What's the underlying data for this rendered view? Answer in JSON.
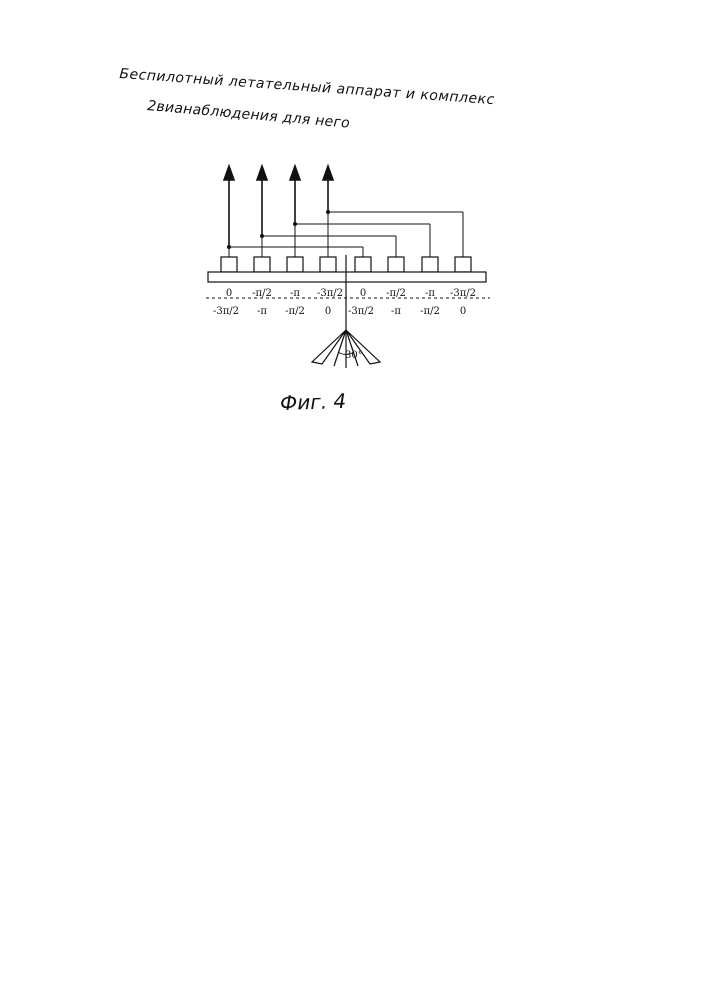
{
  "header": {
    "line1": "Беспилотный летательный аппарат и комплекс",
    "line2": "2вианаблюдения для него"
  },
  "diagram": {
    "phases_row1": [
      "0",
      "-π/2",
      "-π",
      "-3π/2",
      "0",
      "-π/2",
      "-π",
      "-3π/2"
    ],
    "phases_row2": [
      "-3π/2",
      "-π",
      "-π/2",
      "0",
      "-3π/2",
      "-π",
      "-π/2",
      "0"
    ],
    "angle_label": "30°",
    "figure_caption": "Фиг. 4"
  }
}
